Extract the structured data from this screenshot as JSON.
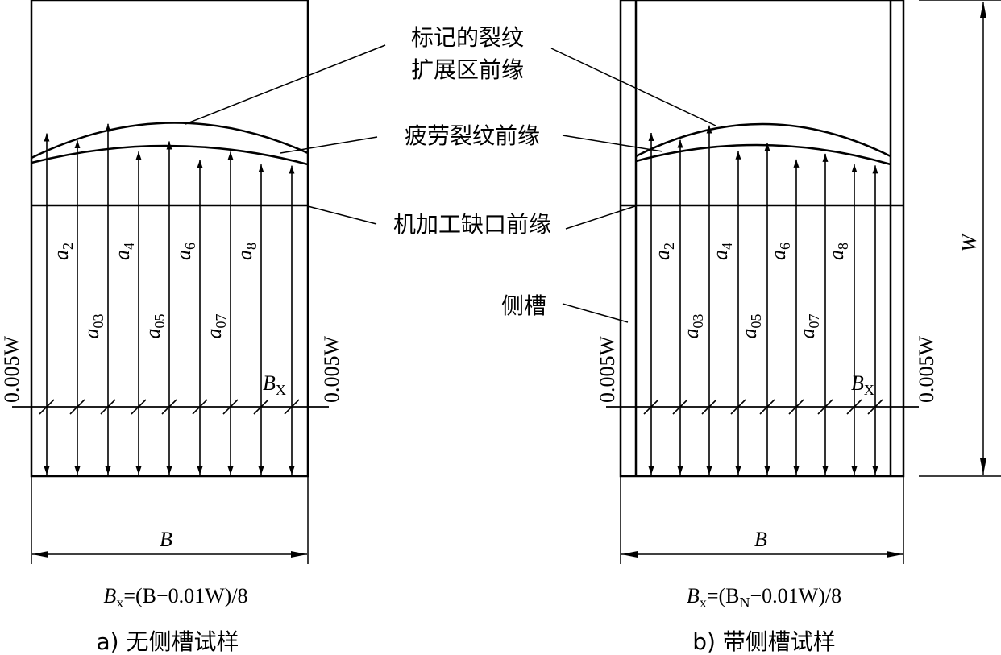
{
  "labels": {
    "marked_crack_line1": "标记的裂纹",
    "marked_crack_line2": "扩展区前缘",
    "fatigue_crack": "疲劳裂纹前缘",
    "machined_notch": "机加工缺口前缘",
    "side_groove": "侧槽"
  },
  "panel_a": {
    "caption": "a) 无侧槽试样",
    "width_label": "B",
    "margin_label": "0.005W",
    "bx_label": {
      "main": "B",
      "sub": "X"
    },
    "formula": {
      "main": "B",
      "sub": "x",
      "rest": "=(B−0.01W)/8"
    },
    "a_labels": [
      {
        "main": "a",
        "sub": "2"
      },
      {
        "main": "a",
        "sub": "03"
      },
      {
        "main": "a",
        "sub": "4"
      },
      {
        "main": "a",
        "sub": "05"
      },
      {
        "main": "a",
        "sub": "6"
      },
      {
        "main": "a",
        "sub": "07"
      },
      {
        "main": "a",
        "sub": "8"
      }
    ]
  },
  "panel_b": {
    "caption": "b) 带侧槽试样",
    "width_label": "B",
    "height_label": "W",
    "margin_label": "0.005W",
    "bx_label": {
      "main": "B",
      "sub": "X"
    },
    "formula": {
      "main": "B",
      "sub": "x",
      "rest1": "=(B",
      "sub2": "N",
      "rest2": "−0.01W)/8"
    },
    "a_labels": [
      {
        "main": "a",
        "sub": "2"
      },
      {
        "main": "a",
        "sub": "03"
      },
      {
        "main": "a",
        "sub": "4"
      },
      {
        "main": "a",
        "sub": "05"
      },
      {
        "main": "a",
        "sub": "6"
      },
      {
        "main": "a",
        "sub": "07"
      },
      {
        "main": "a",
        "sub": "8"
      }
    ]
  }
}
